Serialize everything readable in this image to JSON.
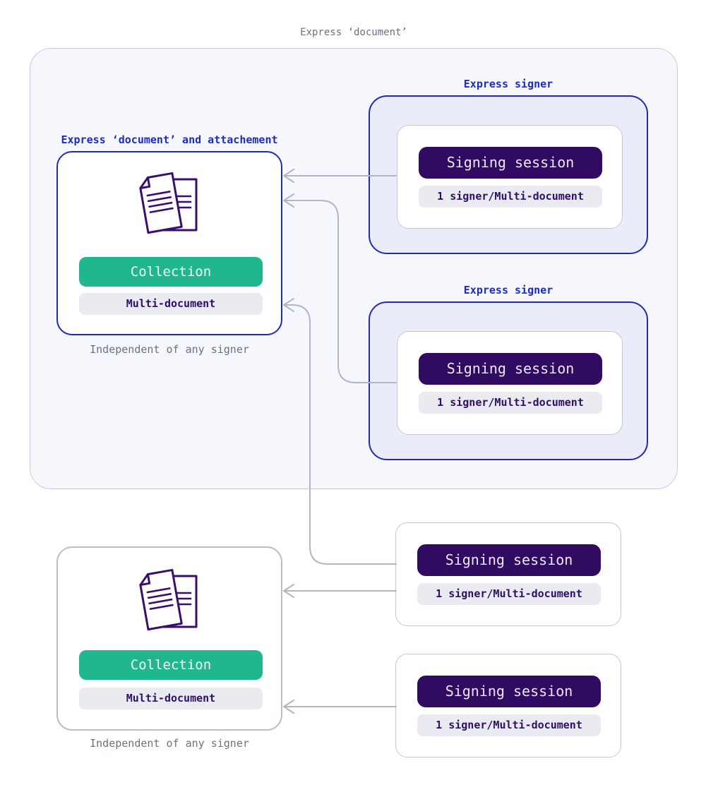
{
  "diagram_title": "Express ‘document’",
  "colors": {
    "accent_blue": "#1f2ab5",
    "label_blue": "#1c2cbe",
    "green": "#21b78e",
    "dark_purple": "#310a62",
    "badge_bg": "#e9ebf1",
    "badge_text": "#2e1065",
    "container_bg": "#f6f7fd",
    "signer_bg": "#eaecfa",
    "line_gray": "#b2b6c2",
    "caption_gray": "#6a7080",
    "icon_stroke": "#3a0d6e"
  },
  "collections": [
    {
      "label": "Express ‘document’ and attachement",
      "button": "Collection",
      "badge": "Multi-document",
      "caption": "Independent of any signer"
    },
    {
      "button": "Collection",
      "badge": "Multi-document",
      "caption": "Independent of any signer"
    }
  ],
  "signers": [
    {
      "label": "Express signer",
      "session": {
        "button": "Signing session",
        "badge": "1 signer/Multi-document"
      }
    },
    {
      "label": "Express signer",
      "session": {
        "button": "Signing session",
        "badge": "1 signer/Multi-document"
      }
    }
  ],
  "standalone_sessions": [
    {
      "button": "Signing session",
      "badge": "1 signer/Multi-document"
    },
    {
      "button": "Signing session",
      "badge": "1 signer/Multi-document"
    }
  ]
}
